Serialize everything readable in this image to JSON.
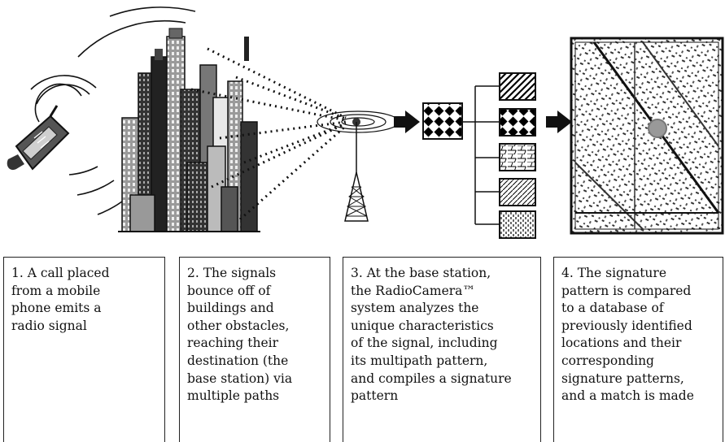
{
  "steps": [
    {
      "text": "1. A call placed\nfrom a mobile\nphone emits a\nradio signal"
    },
    {
      "text": "2. The signals\nbounce off of\nbuildings and\nother obstacles,\nreaching their\ndestination (the\nbase station) via\nmultiple paths"
    },
    {
      "text": "3. At the base station,\nthe RadioCamera™\nsystem analyzes the\nunique characteristics\nof the signal, including\nits multipath pattern,\nand compiles a signature\npattern"
    },
    {
      "text": "4. The signature\npattern is compared\nto a database of\npreviously identified\nlocations and their\ncorresponding\nsignature patterns,\nand a match is made"
    }
  ],
  "icons": [
    "mobile-phone-icon",
    "radio-wave-icon",
    "city-buildings-icon",
    "base-station-tower-icon",
    "signature-pattern-icon",
    "pattern-database-icon",
    "map-location-icon",
    "arrow-right-icon"
  ],
  "colors": {
    "ink": "#111111",
    "gray": "#888888",
    "light": "#d8d8d8",
    "location_marker": "#999999"
  }
}
